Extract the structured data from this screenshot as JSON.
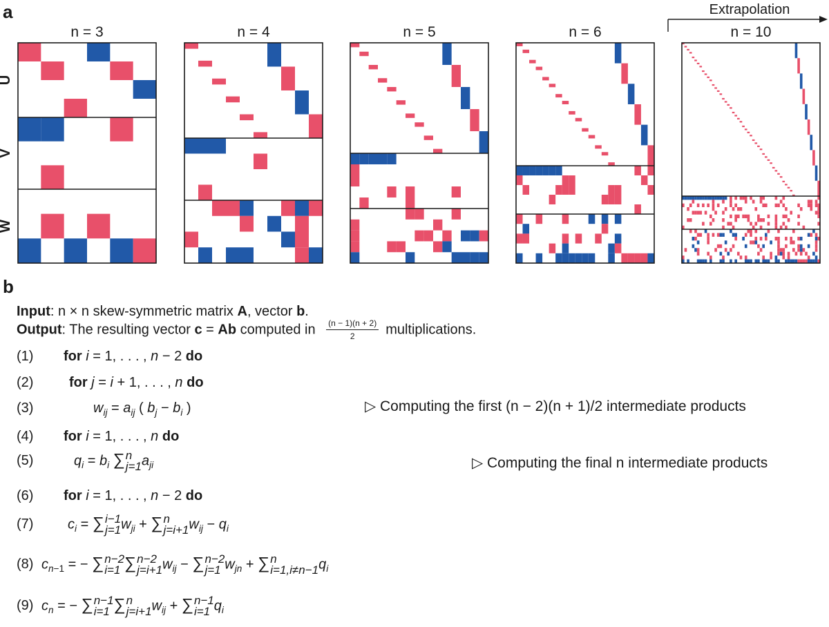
{
  "colors": {
    "red": "#E8506A",
    "blue": "#2159A8",
    "border": "#1a1a1a"
  },
  "panel_a": {
    "letter": "a",
    "row_labels": [
      "U",
      "V",
      "W"
    ],
    "extrapolation": "Extrapolation",
    "panels": [
      {
        "n": 3,
        "label": "n = 3"
      },
      {
        "n": 4,
        "label": "n = 4"
      },
      {
        "n": 5,
        "label": "n = 5"
      },
      {
        "n": 6,
        "label": "n = 6"
      },
      {
        "n": 10,
        "label": "n = 10"
      }
    ]
  },
  "panel_b": {
    "letter": "b",
    "input_label": "Input",
    "input_text": ": n × n skew-symmetric matrix ",
    "input_A": "A",
    "input_mid": ", vector ",
    "input_b": "b",
    "input_end": ".",
    "output_label": "Output",
    "output_text": ": The resulting vector ",
    "output_c": "c",
    "output_eq": " = ",
    "output_Ab": "Ab",
    "output_computed": " computed in",
    "frac_num": "(n − 1)(n + 2)",
    "frac_den": "2",
    "output_end": "multiplications.",
    "kw_for": "for",
    "kw_do": "do",
    "comment3": "▷ Computing the first (n − 2)(n + 1)/2 intermediate products",
    "comment5": "▷ Computing the final n intermediate products",
    "line_numbers": [
      "(1)",
      "(2)",
      "(3)",
      "(4)",
      "(5)",
      "(6)",
      "(7)",
      "(8)",
      "(9)"
    ]
  }
}
